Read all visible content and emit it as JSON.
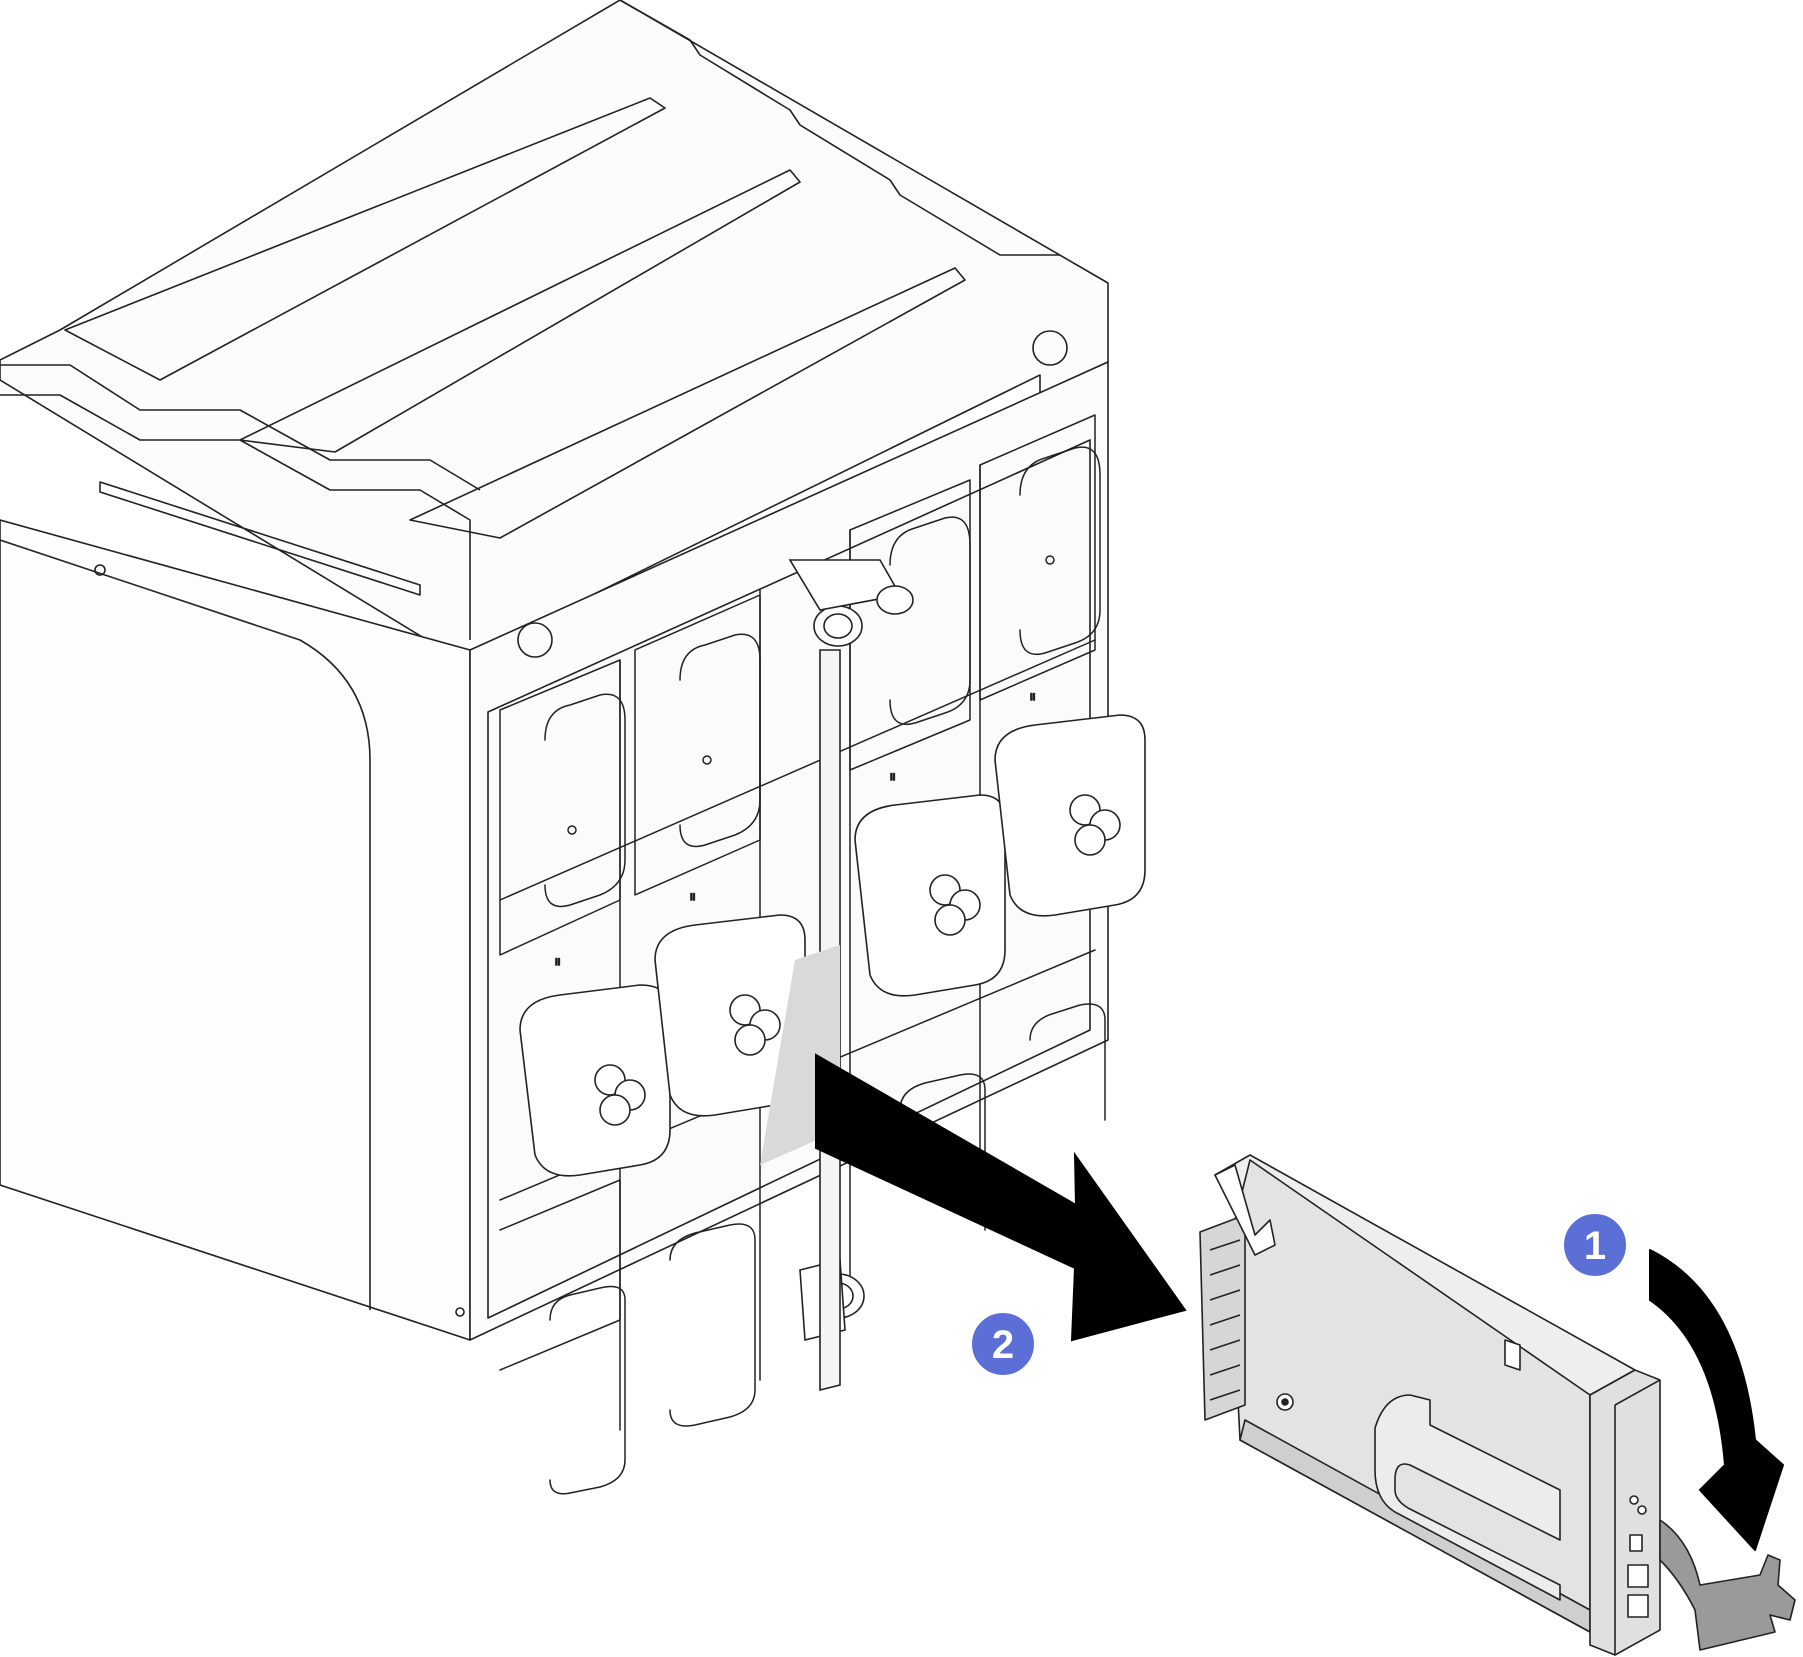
{
  "figure": {
    "subject": "server-chassis-rear-view",
    "removed_component": "network-module",
    "colors": {
      "line": "#222222",
      "chassis_fill": "#fbfbfb",
      "module_fill": "#e3e3e3",
      "module_dark": "#cfcfcf",
      "latch_fill": "#9a9a9a",
      "callout_fill": "#5b6fd6",
      "arrow_fill": "#000000"
    }
  },
  "steps": [
    {
      "number": "1",
      "action": "rotate-release-lever-down",
      "icon": "curved-arrow"
    },
    {
      "number": "2",
      "action": "slide-module-out",
      "icon": "straight-arrow"
    }
  ],
  "chassis_labels": {
    "slot_a": "II",
    "slot_b": "II",
    "slot_c": "II",
    "slot_d": "II"
  }
}
